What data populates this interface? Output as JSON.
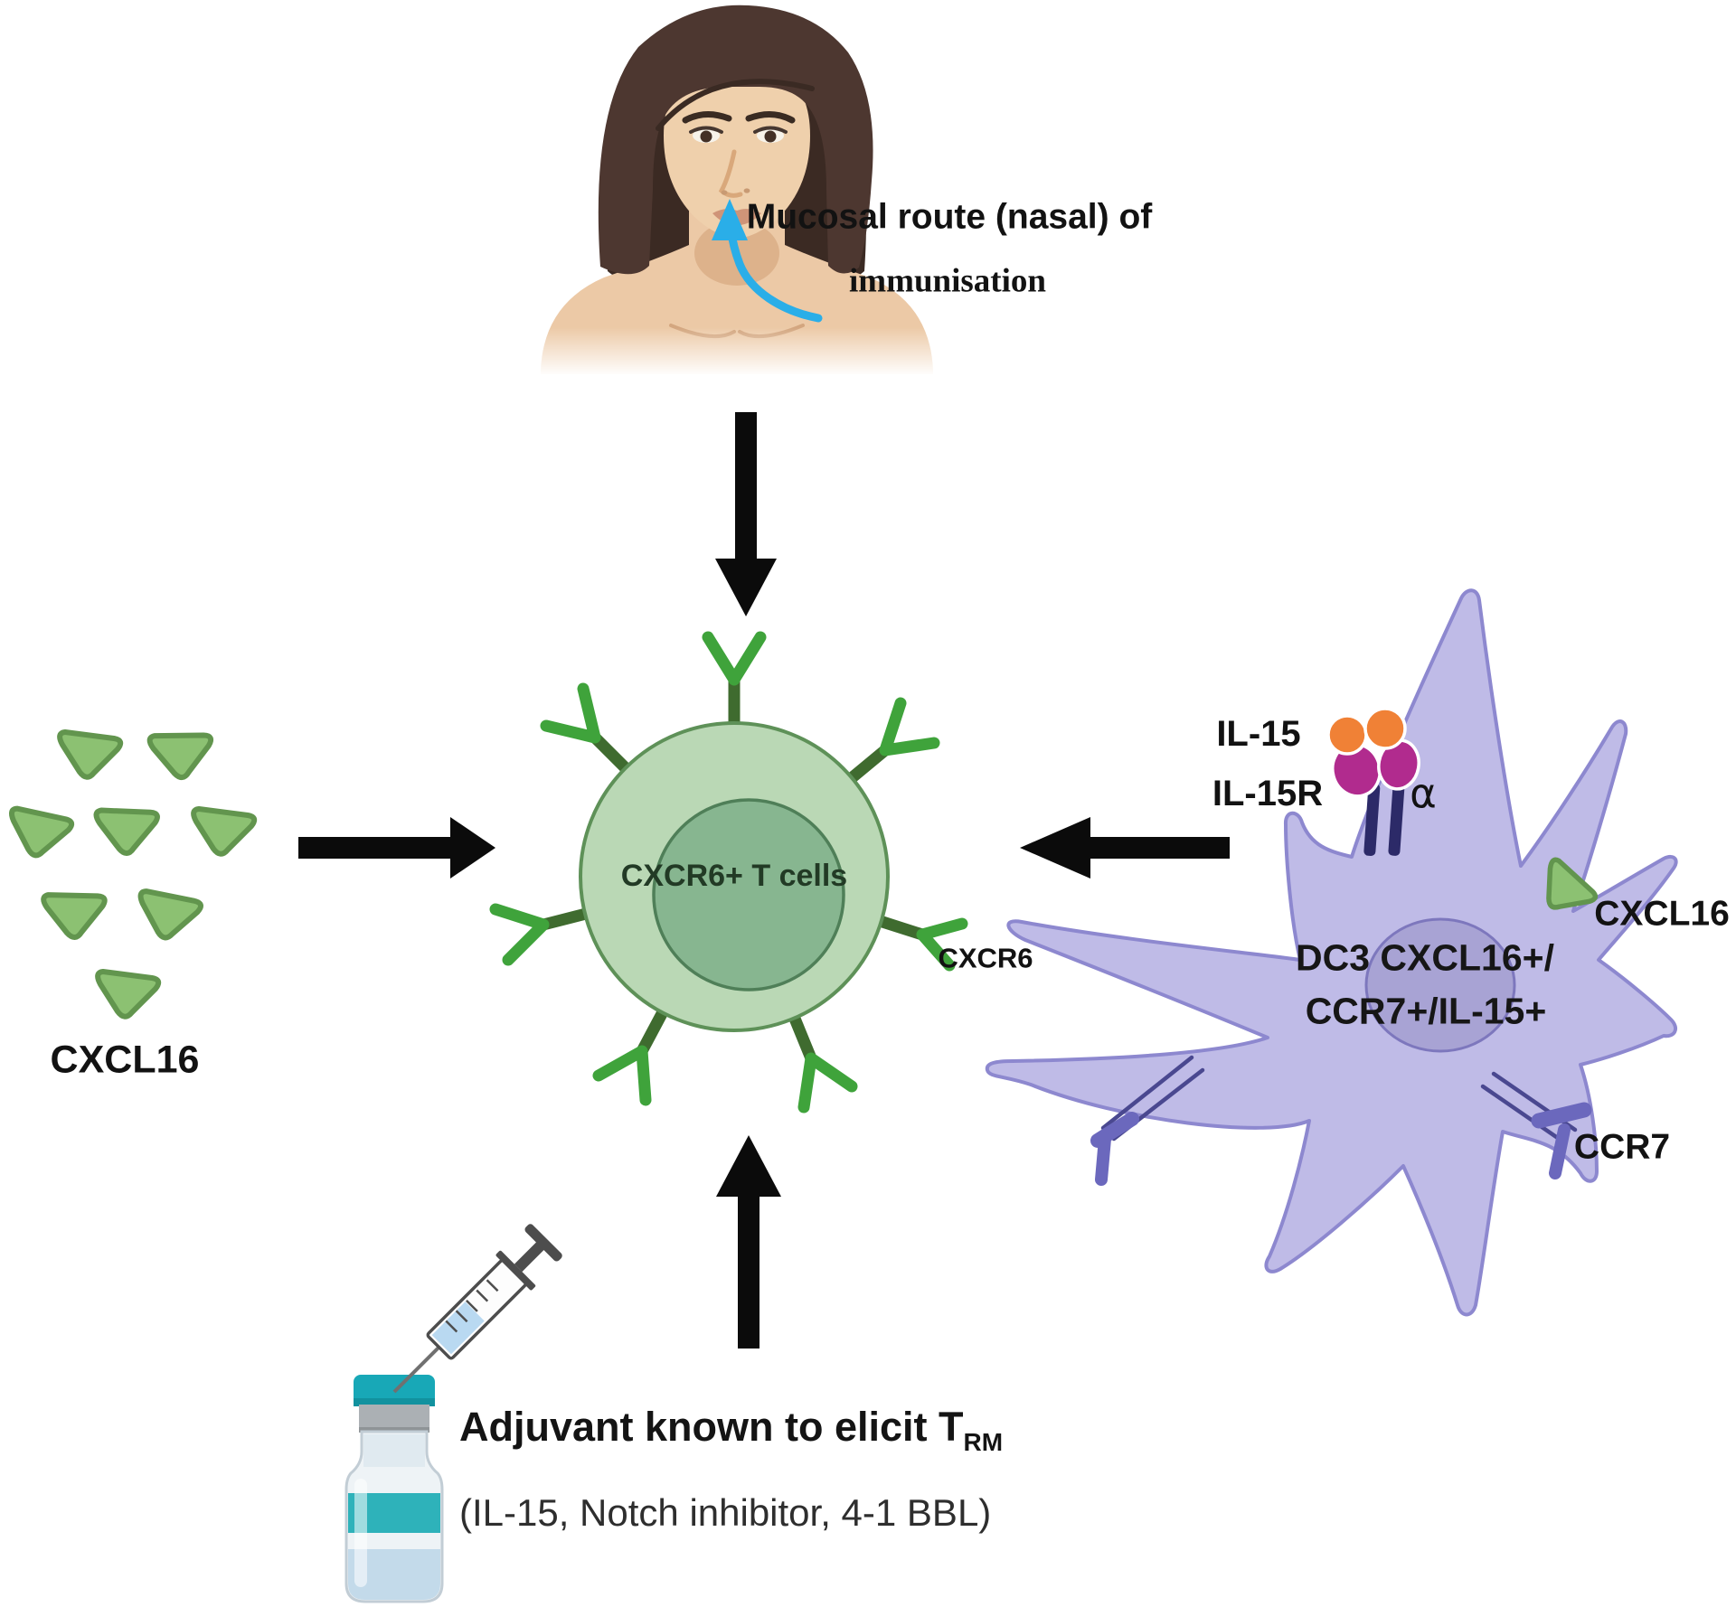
{
  "figure": {
    "top_caption": {
      "line1": "Mucosal route (nasal) of",
      "line2": "immunisation"
    },
    "t_cell": {
      "label": "CXCR6+ T cells",
      "receptor_label": "CXCR6"
    },
    "left_cluster": {
      "label": "CXCL16",
      "molecule_count": 8
    },
    "dendritic_cell": {
      "il15_label": "IL-15",
      "il15r_label": "IL-15R",
      "alpha_label": "α",
      "body_line1": "DC3 CXCL16+/",
      "body_line2": "CCR7+/IL-15+",
      "cxcl16_label": "CXCL16",
      "ccr7_label": "CCR7"
    },
    "bottom_caption": {
      "heading_main": "Adjuvant known to elicit T",
      "heading_subscript": "RM",
      "detail": "(IL-15, Notch inhibitor, 4-1 BBL)"
    },
    "colors": {
      "t_cell_body": "#bad8b5",
      "t_cell_border": "#5e9158",
      "t_cell_nucleus": "#87b690",
      "receptor_arm_green": "#3fa33b",
      "receptor_stem_green": "#3f6b2f",
      "cxcl16_molecule": "#8cc172",
      "cxcl16_molecule_border": "#62954e",
      "dc_body": "#bfbbe7",
      "dc_border": "#8d88cf",
      "dc_nucleus": "#a8a3d4",
      "il15_orange": "#f08136",
      "il15r_magenta": "#b12b8e",
      "il15_stalk_navy": "#2c2a68",
      "ccr7_periwinkle": "#6b68bd",
      "arrow_black": "#0b0b0b",
      "nasal_arrow_blue": "#2aaee8",
      "vial_cap_teal": "#18a8b7",
      "vial_band_teal": "#2eb2ba",
      "skin": "#efd0ac",
      "hair_brown": "#4d3730"
    }
  }
}
